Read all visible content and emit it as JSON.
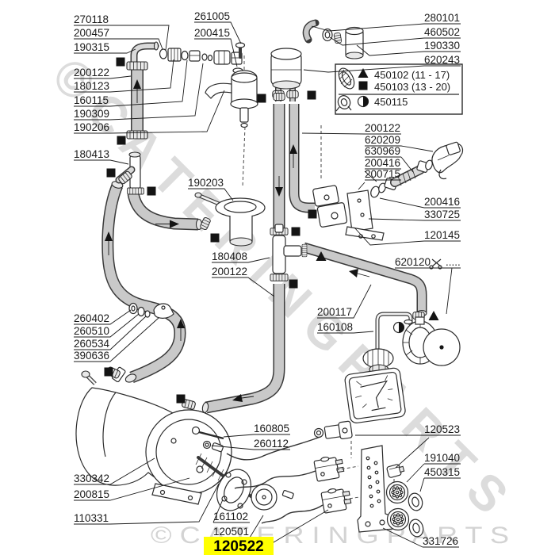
{
  "watermark": {
    "diagonal": "© C A T E R I N G P A R T S",
    "bottom": "© C A T E R I N G P A R T S"
  },
  "legend": {
    "items": [
      {
        "marker": "triangle",
        "label": "450102 (11 - 17)"
      },
      {
        "marker": "square",
        "label": "450103 (13 - 20)"
      },
      {
        "marker": "half-circle",
        "label": "450115"
      }
    ]
  },
  "highlight": {
    "part": "120522",
    "color": "#ffff00"
  },
  "labels": [
    {
      "text": "270118"
    },
    {
      "text": "200457"
    },
    {
      "text": "190315"
    },
    {
      "text": "200122"
    },
    {
      "text": "180123"
    },
    {
      "text": "160115"
    },
    {
      "text": "190309"
    },
    {
      "text": "190206"
    },
    {
      "text": "180413"
    },
    {
      "text": "261005"
    },
    {
      "text": "200415"
    },
    {
      "text": "280101"
    },
    {
      "text": "460502"
    },
    {
      "text": "190330"
    },
    {
      "text": "620243"
    },
    {
      "text": "200122"
    },
    {
      "text": "620209"
    },
    {
      "text": "630969"
    },
    {
      "text": "200416"
    },
    {
      "text": "200715"
    },
    {
      "text": "200416"
    },
    {
      "text": "330725"
    },
    {
      "text": "120145"
    },
    {
      "text": "620120"
    },
    {
      "text": "....."
    },
    {
      "text": "190203"
    },
    {
      "text": "180408"
    },
    {
      "text": "200122"
    },
    {
      "text": "260402"
    },
    {
      "text": "260510"
    },
    {
      "text": "260534"
    },
    {
      "text": "390636"
    },
    {
      "text": "200117"
    },
    {
      "text": "160108"
    },
    {
      "text": "160805"
    },
    {
      "text": "260112"
    },
    {
      "text": "120523"
    },
    {
      "text": "191040"
    },
    {
      "text": "450315"
    },
    {
      "text": "330342"
    },
    {
      "text": "200815"
    },
    {
      "text": "110331"
    },
    {
      "text": "161102"
    },
    {
      "text": "120501"
    },
    {
      "text": "331726"
    }
  ]
}
